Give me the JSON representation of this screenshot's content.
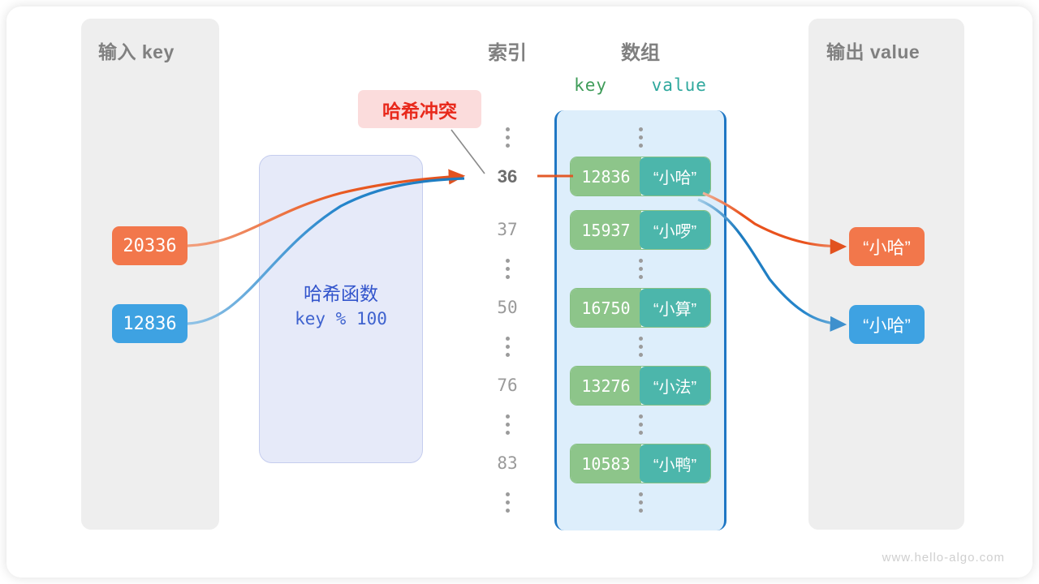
{
  "frame": {
    "watermark": "www.hello-algo.com"
  },
  "input_panel": {
    "title": "输入 key",
    "keys": [
      {
        "value": "20336",
        "color": "#f2774b"
      },
      {
        "value": "12836",
        "color": "#3ea2e2"
      }
    ]
  },
  "hash_function": {
    "label": "哈希函数",
    "expression": "key % 100",
    "box_color": "#e6eaf9",
    "text_color": "#3355cc"
  },
  "collision_badge": {
    "label": "哈希冲突",
    "text_color": "#e8291c",
    "bg_color": "#fbdcdc"
  },
  "array": {
    "index_header": "索引",
    "array_header": "数组",
    "key_header": "key",
    "value_header": "value",
    "key_color": "#8dc58a",
    "value_color": "#4cb6ab",
    "container_color": "#ddeefb",
    "border_color": "#1f77c4",
    "rows": [
      {
        "kind": "dots"
      },
      {
        "kind": "entry",
        "index": "36",
        "key": "12836",
        "value": "“小哈”",
        "highlight": true
      },
      {
        "kind": "entry",
        "index": "37",
        "key": "15937",
        "value": "“小啰”",
        "highlight": false
      },
      {
        "kind": "dots"
      },
      {
        "kind": "entry",
        "index": "50",
        "key": "16750",
        "value": "“小算”",
        "highlight": false
      },
      {
        "kind": "dots"
      },
      {
        "kind": "entry",
        "index": "76",
        "key": "13276",
        "value": "“小法”",
        "highlight": false
      },
      {
        "kind": "dots"
      },
      {
        "kind": "entry",
        "index": "83",
        "key": "10583",
        "value": "“小鸭”",
        "highlight": false
      },
      {
        "kind": "dots"
      }
    ]
  },
  "output_panel": {
    "title": "输出 value",
    "values": [
      {
        "value": "“小哈”",
        "color": "#f2774b"
      },
      {
        "value": "“小哈”",
        "color": "#3ea2e2"
      }
    ]
  }
}
